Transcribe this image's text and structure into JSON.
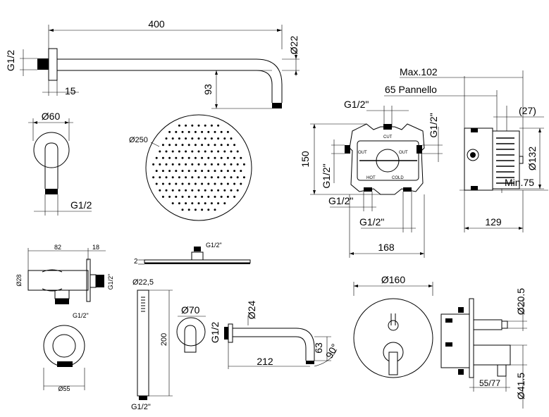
{
  "dims": {
    "arm_length": "400",
    "arm_diameter": "Ø22",
    "arm_thread": "G1/2",
    "arm_flange": "15",
    "arm_drop": "93",
    "flange_diameter": "Ø60",
    "flange_thread": "G1/2",
    "head_diameter": "Ø250",
    "head_thread": "G1/2\"",
    "head_thickness": "2",
    "box_height": "150",
    "box_width": "168",
    "box_top_thread": "G1/2\"",
    "box_right_thread": "G1/2\"",
    "box_left_thread": "G1/2\"",
    "box_bottom_thread_a": "G1/2\"",
    "box_bottom_thread_b": "G1/2\"",
    "box_max_depth": "Max.102",
    "box_panel": "65 Pannello",
    "box_offset": "(27)",
    "box_diameter": "Ø132",
    "box_min_depth": "Min.75",
    "box_depth": "129",
    "outlet_width": "82",
    "outlet_depth": "18",
    "outlet_dia": "Ø28",
    "outlet_thread_side": "G1/2\"",
    "outlet_thread_bottom": "G1/2\"",
    "outlet_plate": "Ø55",
    "bar_diameter": "Ø22,5",
    "bar_length": "200",
    "bar_thread": "G1/2\"",
    "knob_diameter": "Ø70",
    "spout_thread": "G1/2",
    "spout_diameter": "Ø24",
    "spout_length": "212",
    "spout_drop": "63",
    "spout_angle": "90°",
    "plate_diameter": "Ø160",
    "valve_top": "Ø20.5",
    "valve_bottom": "Ø41.5",
    "valve_depth": "55/77"
  },
  "valve_labels": {
    "cut": "CUT",
    "out_left": "OUT",
    "out_right": "OUT",
    "hot": "HOT",
    "cold": "COLD"
  }
}
